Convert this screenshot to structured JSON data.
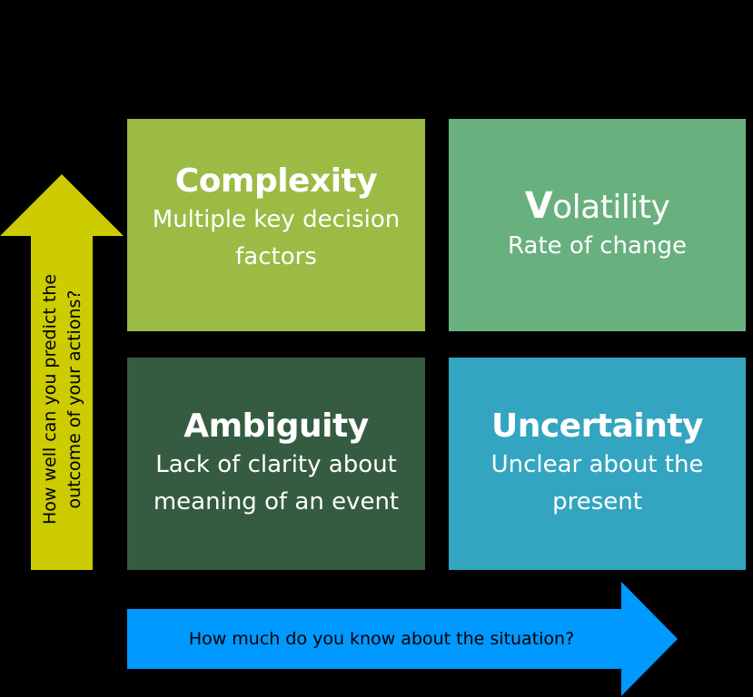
{
  "quadrants": {
    "complexity": {
      "title": "Complexity",
      "description": "Multiple key decision factors",
      "color": "#9bbb45"
    },
    "volatility": {
      "title_initial": "V",
      "title_rest": "olatility",
      "description": "Rate of change",
      "color": "#69b07f"
    },
    "ambiguity": {
      "title": "Ambiguity",
      "description": "Lack of clarity about meaning of an event",
      "color": "#355b40"
    },
    "uncertainty": {
      "title": "Uncertainty",
      "description": "Unclear about the present",
      "color": "#33a5c0"
    }
  },
  "axes": {
    "y_label": "How well can you predict the outcome of your actions?",
    "x_label": "How much do you know about the situation?",
    "y_arrow_color": "#cccc00",
    "x_arrow_color": "#0099ff"
  }
}
